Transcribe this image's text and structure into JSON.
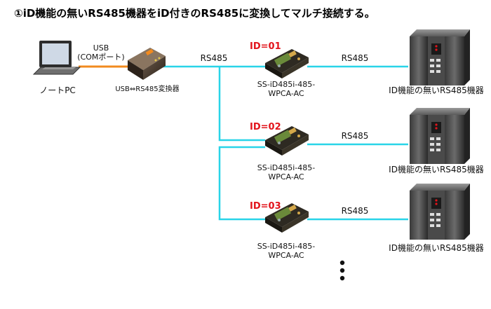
{
  "title": "①iD機能の無いRS485機器をiD付きのRS485に変換してマルチ接続する。",
  "pc": {
    "label": "ノートPC"
  },
  "usb_link": {
    "line1": "USB",
    "line2": "(COMポート)"
  },
  "converter": {
    "label": "USB⇔RS485変換器"
  },
  "trunk": {
    "label": "RS485"
  },
  "nodes": [
    {
      "id": "ID=01",
      "device_line1": "SS-iD485i-485-",
      "device_line2": "WPCA-AC",
      "link": "RS485",
      "equipment": "ID機能の無いRS485機器"
    },
    {
      "id": "ID=02",
      "device_line1": "SS-iD485i-485-",
      "device_line2": "WPCA-AC",
      "link": "RS485",
      "equipment": "ID機能の無いRS485機器"
    },
    {
      "id": "ID=03",
      "device_line1": "SS-iD485i-485-",
      "device_line2": "WPCA-AC",
      "link": "RS485",
      "equipment": "ID機能の無いRS485機器"
    }
  ],
  "colors": {
    "bus": "#29d4e8",
    "usb": "#f28a1e",
    "id_label": "#e2141b"
  }
}
